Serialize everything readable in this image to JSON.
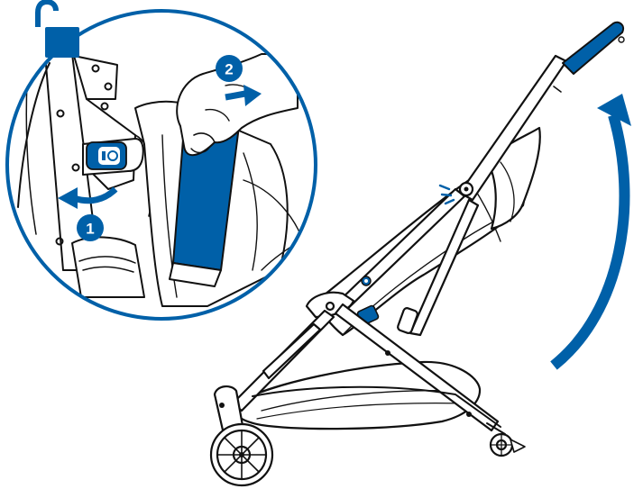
{
  "steps": [
    {
      "number": "1",
      "action": "rotate-lock-handle"
    },
    {
      "number": "2",
      "action": "pull-strap-right"
    }
  ],
  "icons": {
    "lock": "padlock-open-icon",
    "release": "fold-release-icon",
    "arrow_counterclockwise": "curved-arrow-left-icon",
    "arrow_right": "arrow-right-icon",
    "arrow_unfold": "large-curved-arrow-up-icon"
  },
  "colors": {
    "accent": "#0060a8",
    "line": "#111111",
    "background": "#ffffff"
  }
}
